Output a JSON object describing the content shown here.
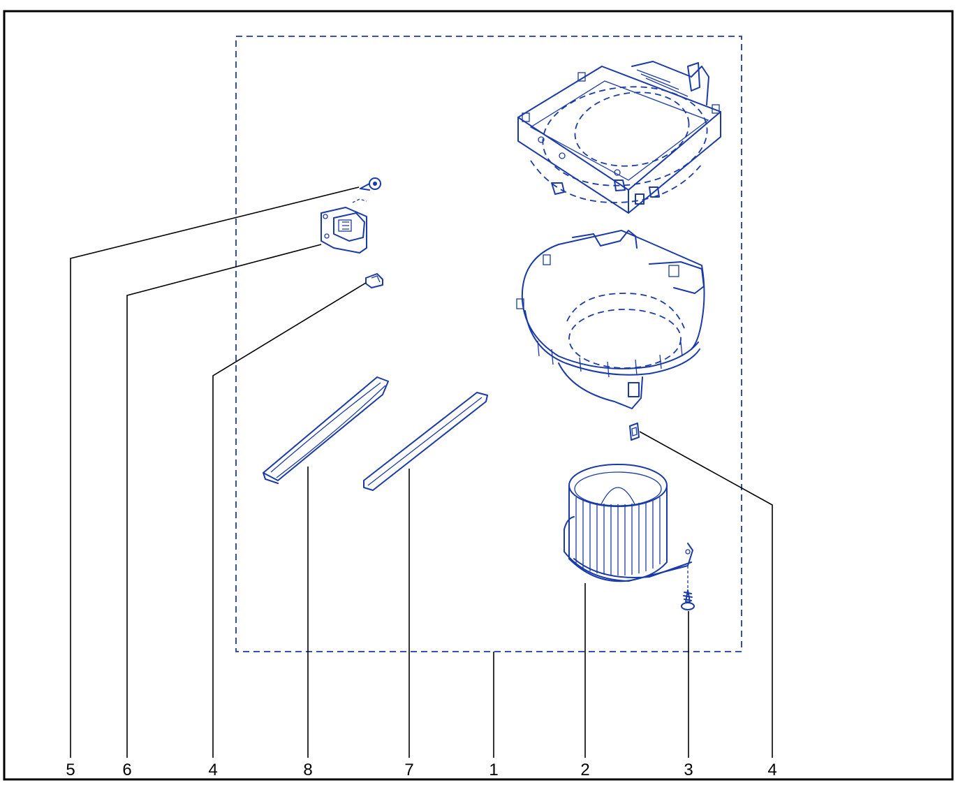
{
  "diagram": {
    "border_color": "#000000",
    "part_color": "#1a3aa8",
    "callouts": [
      {
        "id": "c1",
        "label": "5"
      },
      {
        "id": "c2",
        "label": "6"
      },
      {
        "id": "c3",
        "label": "4"
      },
      {
        "id": "c4",
        "label": "8"
      },
      {
        "id": "c5",
        "label": "7"
      },
      {
        "id": "c6",
        "label": "1"
      },
      {
        "id": "c7",
        "label": "2"
      },
      {
        "id": "c8",
        "label": "3"
      },
      {
        "id": "c9",
        "label": "4"
      }
    ]
  }
}
